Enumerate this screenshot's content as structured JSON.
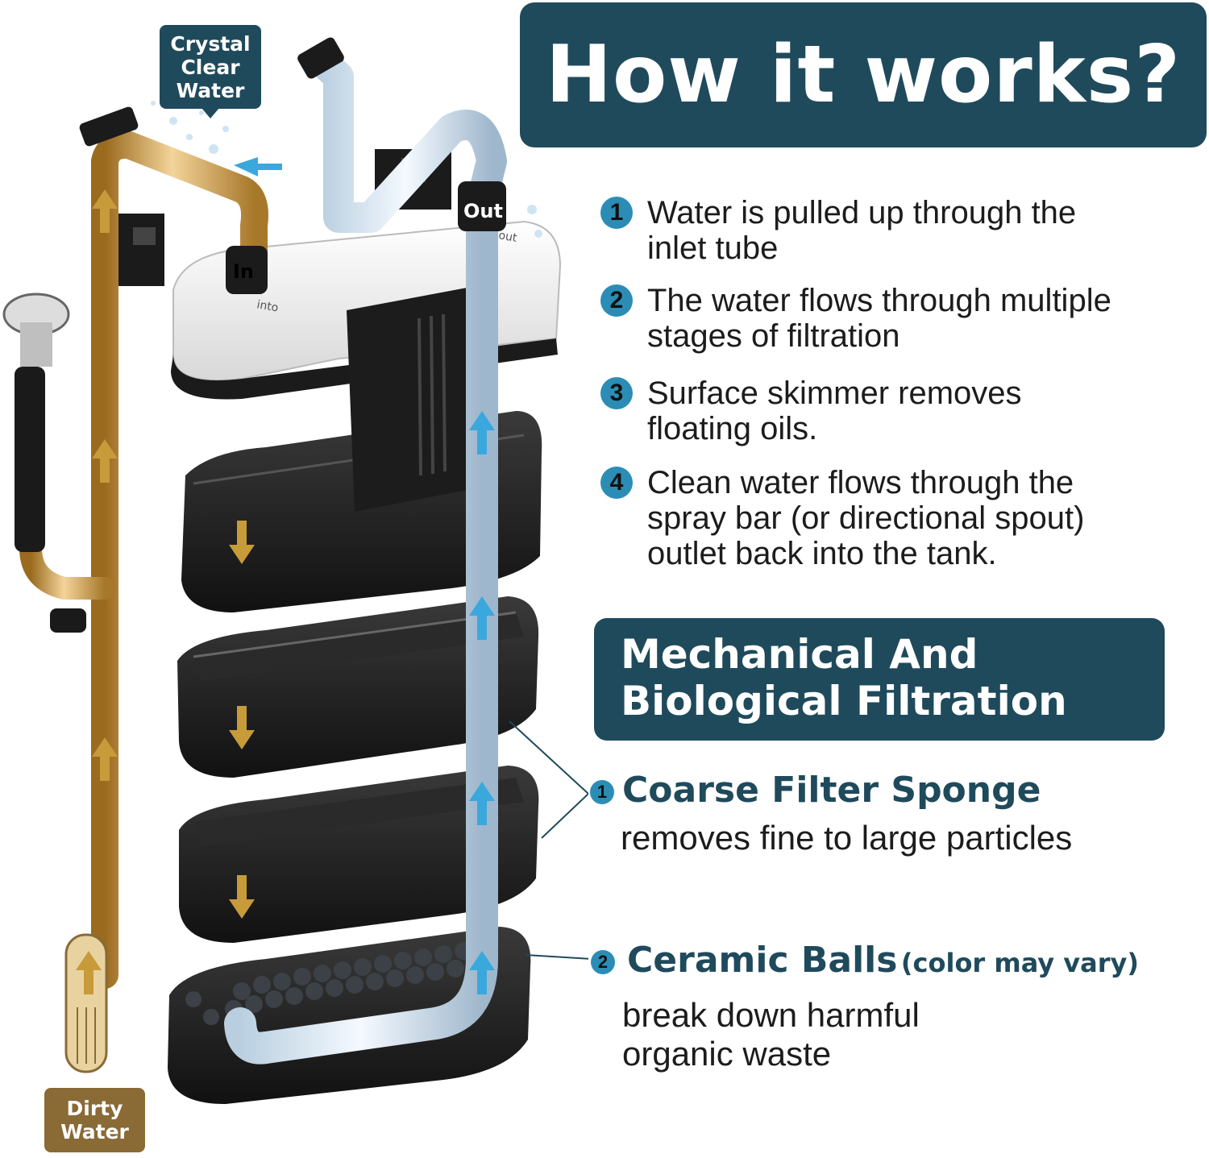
{
  "title": "How it works?",
  "steps": [
    {
      "num": "1",
      "text": "Water is pulled up through the\ninlet tube"
    },
    {
      "num": "2",
      "text": "The water flows through multiple\nstages of filtration"
    },
    {
      "num": "3",
      "text": "Surface skimmer removes\nfloating oils."
    },
    {
      "num": "4",
      "text": "Clean water flows through the\nspray bar (or directional spout)\noutlet back into the tank."
    }
  ],
  "filtration_heading": "Mechanical And\nBiological Filtration",
  "media": [
    {
      "num": "1",
      "title": "Coarse Filter Sponge",
      "note": "",
      "desc": "removes fine to large particles"
    },
    {
      "num": "2",
      "title": "Ceramic Balls",
      "note": "(color may vary)",
      "desc": "break down harmful\norganic waste"
    }
  ],
  "labels": {
    "clear_water": "Crystal\nClear\nWater",
    "dirty_water": "Dirty\nWater",
    "inlet": "In",
    "outlet": "Out",
    "inlet_small": "into",
    "outlet_small": "out"
  },
  "colors": {
    "panel": "#1f4a5c",
    "accent": "#2b8db5",
    "dirty_tag": "#8a6a35"
  }
}
